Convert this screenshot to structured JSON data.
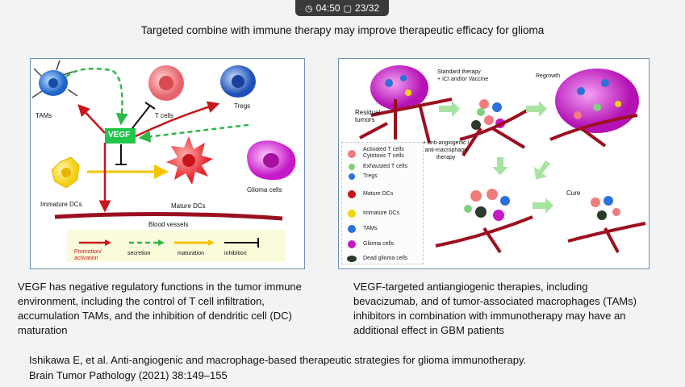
{
  "topbar": {
    "time": "04:50",
    "slide": "23/32"
  },
  "slide": {
    "title": "Targeted combine with immune therapy may  improve therapeutic efficacy for glioma",
    "left_figure": {
      "labels": {
        "tams": "TAMs",
        "tcells": "T cells",
        "tregs": "Tregs",
        "vegf": "VEGF",
        "immature_dcs": "Immature DCs",
        "mature_dcs": "Mature DCs",
        "glioma_cells": "Glioma cells",
        "blood_vessels": "Blood vessels"
      },
      "legend": {
        "promotion_1": "Promotion/",
        "promotion_2": "activation",
        "secretion": "secretion",
        "maturation": "maturation",
        "inhibition": "inhibition"
      }
    },
    "right_figure": {
      "labels": {
        "residual_1": "Residual",
        "residual_2": "tumors",
        "standard_1": "Standard therapy",
        "standard_2": "+ ICI and/or Vaccine",
        "regrowth": "Regrowth",
        "anti_1": "+ anti-angiogenic /",
        "anti_2": "anti-macrophage",
        "anti_3": "therapy",
        "cure": "Cure"
      },
      "legend": {
        "activated": "Activated T cells",
        "cytotoxic": "Cytotoxic T cells",
        "exhausted": "Exhausted T cells",
        "tregs": "Tregs",
        "mature_dcs": "Mature DCs",
        "immature_dcs": "Immature DCs",
        "tams": "TAMs",
        "glioma": "Glioma cells",
        "dead_glioma": "Dead glioma cells"
      }
    },
    "left_caption": "VEGF has negative regulatory functions in the tumor immune environment, including the control of T cell infiltration, accumulation  TAMs, and the inhibition of dendritic cell (DC) maturation",
    "right_caption": "VEGF-targeted antiangiogenic therapies, including bevacizumab, and of tumor-associated macrophages (TAMs) inhibitors in combination with immunotherapy may have an additional effect in GBM patients",
    "reference_line1": "Ishikawa E, et al. Anti-angiogenic and macrophage-based therapeutic strategies for glioma immunotherapy.",
    "reference_line2": "Brain Tumor Pathology (2021) 38:149–155"
  },
  "colors": {
    "red_arrow": "#c8161d",
    "green_dashed": "#2fb84a",
    "yellow_arrow": "#f2c500",
    "vegf_box": "#21c64a",
    "vessel": "#9b1020",
    "glioma": "#c619c8"
  }
}
